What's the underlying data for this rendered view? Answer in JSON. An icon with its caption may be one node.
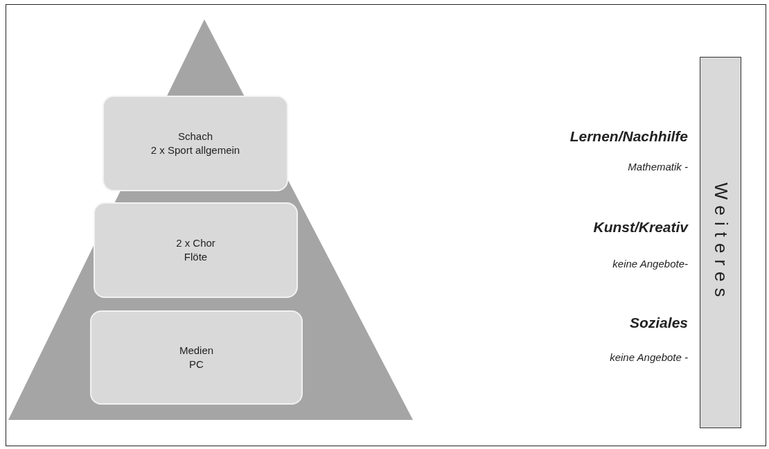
{
  "diagram": {
    "nodes": [
      {
        "text": [
          "Schach",
          "2 x Sport allgemein"
        ]
      },
      {
        "text": [
          "2 x Chor",
          "Flöte"
        ]
      },
      {
        "text": [
          "Medien",
          "PC"
        ]
      },
      {
        "text": [
          "Weiteres"
        ]
      }
    ],
    "labels": [
      "Lernen/Nachhilfe",
      "Mathematik -",
      "Kunst/Kreativ",
      "keine Angebote-",
      "Soziales",
      "keine Angebote -"
    ]
  }
}
